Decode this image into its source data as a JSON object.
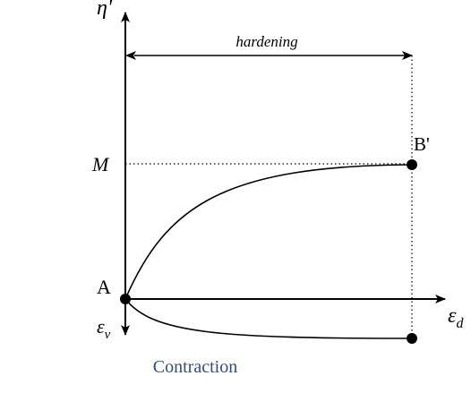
{
  "diagram": {
    "y_axis_label": "η'",
    "x_axis_label": "ε",
    "x_axis_label_sub": "d",
    "down_axis_label": "ε",
    "down_axis_label_sub": "v",
    "origin_label": "A",
    "end_point_label": "B'",
    "level_label": "M",
    "range_label": "hardening",
    "caption": "Contraction",
    "stroke_color": "#000000",
    "caption_color": "#2f4f80"
  }
}
